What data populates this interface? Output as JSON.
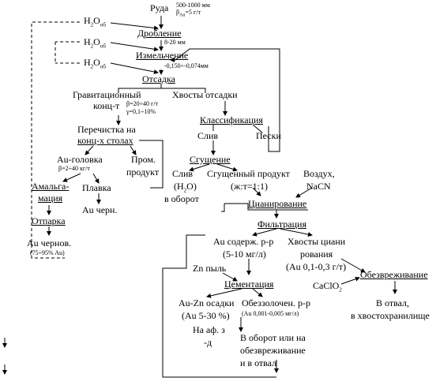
{
  "nodes": {
    "ore": "Руда",
    "ore_size": "500-1000 мм",
    "ore_grade": "β",
    "ore_grade_sub": "Au",
    "ore_grade_val": "=5 г/т",
    "water": "H",
    "water_sub": "2",
    "water_o": "O",
    "water_sub2": "об",
    "crushing": "Дробление",
    "crushing_size": "8-20 мм",
    "grinding": "Измельчение",
    "grinding_size": "-0,150÷-0,074мм",
    "jigging": "Отсадка",
    "grav_conc_1": "Гравитационный",
    "grav_conc_2": "конц-т",
    "grav_beta": "β=20÷40 г/т",
    "grav_gamma": "γ=0,1÷10%",
    "jig_tails": "Хвосты отсадки",
    "classification": "Классификация",
    "tables_1": "Перечистка на",
    "tables_2": "конц-х столах",
    "overflow": "Слив",
    "sands": "Пески",
    "au_head": "Au-головка",
    "au_head_beta": "β=2÷40 кг/т",
    "industrial_1": "Пром.",
    "industrial_2": "продукт",
    "thickening": "Сгущение",
    "amalgam_1": "Амальга-",
    "amalgam_2": "мация",
    "smelting": "Плавка",
    "overflow_water_1": "Слив",
    "overflow_water_2": "(H",
    "overflow_water_3": "O)",
    "overflow_water_4": "в оборот",
    "thick_product_1": "Сгущенный продукт",
    "thick_product_2": "(ж:т=1:1)",
    "air_1": "Воздух,",
    "air_2": "NaCN",
    "au_rough": "Au черн.",
    "distill": "Отпарка",
    "cyanidation": "Цианирование",
    "au_black_1": "Au чернов.",
    "au_black_2": "(75÷95% Au)",
    "filtration": "Фильтрация",
    "au_solution_1": "Au содерж. р-р",
    "au_solution_2": "(5-10 мг/л)",
    "cyan_tails_1": "Хвосты циани",
    "cyan_tails_2": "рования",
    "cyan_tails_3": "(Au 0,1-0,3 г/т)",
    "zn_dust": "Zn пыль",
    "neutralization": "Обезвреживание",
    "cementation": "Цементация",
    "caclo": "CaClO",
    "caclo_sub": "2",
    "au_zn_1": "Au-Zn осадки",
    "au_zn_2": "(Au 5-30 %)",
    "au_zn_3": "На аф. з",
    "au_zn_4": "-д",
    "degold_1": "Обеззолочен. р-р",
    "degold_2": "(Au 0,001-0,005 мг/л)",
    "degold_3": "В оборот или на",
    "degold_4": "обезвреживание",
    "degold_5": "и в отвал",
    "dump_1": "В отвал,",
    "dump_2": "в хвостохранилище"
  }
}
